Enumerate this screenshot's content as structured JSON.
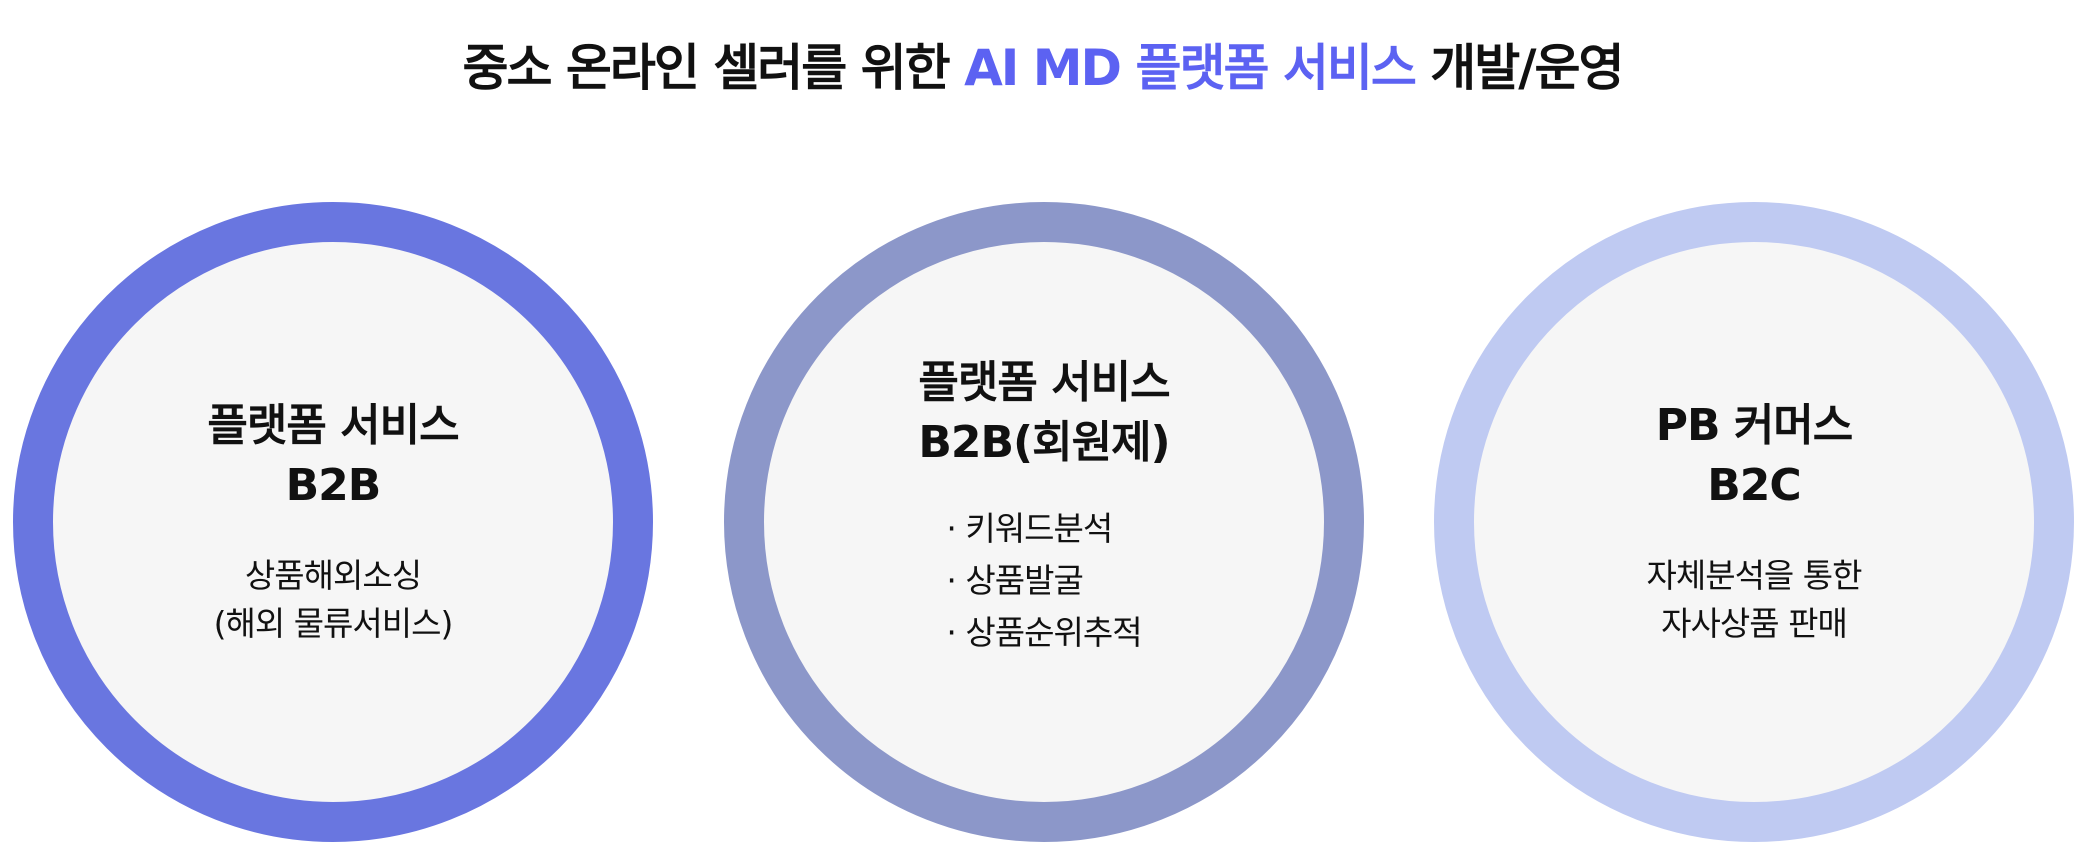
{
  "title": {
    "prefix": "중소 온라인 셀러를 위한 ",
    "accent": "AI MD 플랫폼 서비스",
    "suffix": " 개발/운영"
  },
  "colors": {
    "accent": "#5c62f2",
    "circle1": "#6976e0",
    "circle2": "#8c97c9",
    "circle3": "#bfcaf2",
    "fill": "#f6f6f6"
  },
  "circles": [
    {
      "title1": "플랫폼 서비스",
      "title2": "B2B",
      "lines": [
        "상품해외소싱",
        "(해외 물류서비스)"
      ]
    },
    {
      "title1": "플랫폼 서비스",
      "title2": "B2B(회원제)",
      "items": [
        "키워드분석",
        "상품발굴",
        "상품순위추적"
      ]
    },
    {
      "title1": "PB 커머스",
      "title2": "B2C",
      "lines": [
        "자체분석을 통한",
        "자사상품 판매"
      ]
    }
  ]
}
